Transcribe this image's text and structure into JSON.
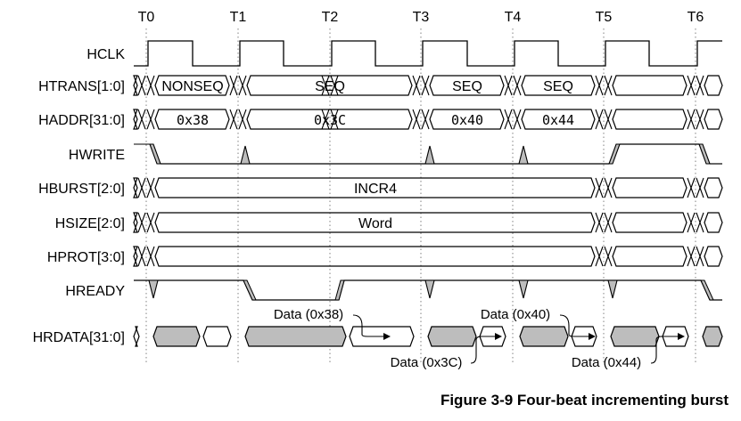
{
  "clock_edges": [
    "T0",
    "T1",
    "T2",
    "T3",
    "T4",
    "T5",
    "T6"
  ],
  "signals": [
    {
      "id": "hclk",
      "label": "HCLK"
    },
    {
      "id": "htrans",
      "label": "HTRANS[1:0]"
    },
    {
      "id": "haddr",
      "label": "HADDR[31:0]"
    },
    {
      "id": "hwrite",
      "label": "HWRITE"
    },
    {
      "id": "hburst",
      "label": "HBURST[2:0]"
    },
    {
      "id": "hsize",
      "label": "HSIZE[2:0]"
    },
    {
      "id": "hprot",
      "label": "HPROT[3:0]"
    },
    {
      "id": "hready",
      "label": "HREADY"
    },
    {
      "id": "hrdata",
      "label": "HRDATA[31:0]"
    }
  ],
  "bus_values": {
    "htrans": [
      "NONSEQ",
      "SEQ",
      "SEQ",
      "SEQ"
    ],
    "haddr": [
      "0x38",
      "0x3C",
      "0x40",
      "0x44"
    ],
    "hburst": "INCR4",
    "hsize": "Word"
  },
  "data_labels": [
    "Data (0x38)",
    "Data (0x3C)",
    "Data (0x40)",
    "Data (0x44)"
  ],
  "colors": {
    "line": "#000000",
    "data_fill": "#bdbdbd",
    "grid": "#808080"
  },
  "caption": "Figure 3-9 Four-beat incrementing burst"
}
